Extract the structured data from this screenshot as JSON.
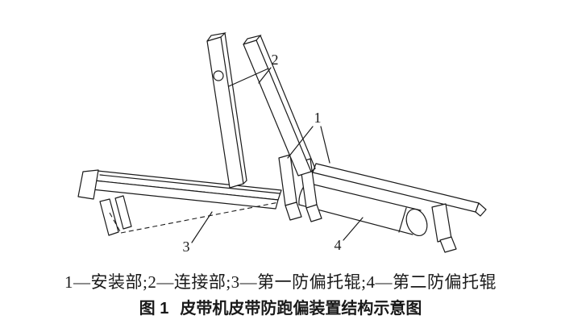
{
  "figure": {
    "part_labels": [
      "1",
      "2",
      "3",
      "4"
    ],
    "legend": "1—安装部;2—连接部;3—第一防偏托辊;4—第二防偏托辊",
    "caption_prefix": "图 1",
    "caption_title": "皮带机皮带防跑偏装置结构示意图",
    "colors": {
      "ink": "#1a1a1a",
      "background": "#ffffff"
    }
  }
}
